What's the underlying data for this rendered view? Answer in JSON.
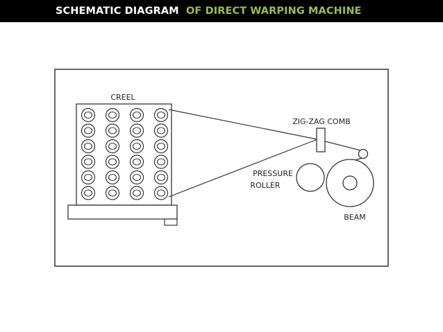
{
  "slide": {
    "title_part1": "SCHEMATIC DIAGRAM",
    "title_part2": "OF DIRECT WARPING  MACHINE",
    "title_part1_color": "#ffffff",
    "title_part2_color": "#9bbb59",
    "bar_color": "#000000"
  },
  "diagram": {
    "labels": {
      "creel": "CREEL",
      "comb": "ZIG-ZAG COMB",
      "pressure_roller_line1": "PRESSURE",
      "pressure_roller_line2": "ROLLER",
      "beam": "BEAM"
    },
    "creel_rows": 6,
    "creel_cols": 4
  }
}
